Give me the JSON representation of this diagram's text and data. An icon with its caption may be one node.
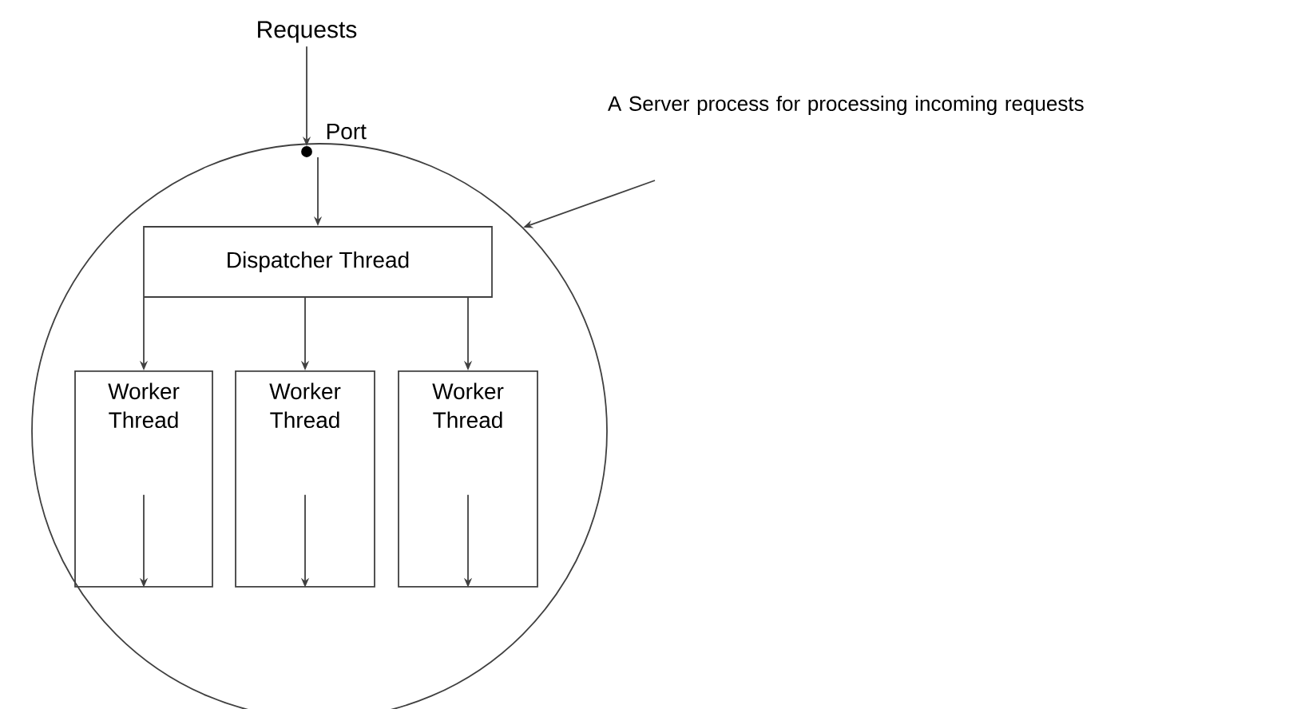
{
  "diagram": {
    "nodes": [
      {
        "text": [
          "Requests"
        ]
      },
      {
        "text": [],
        "shape": "circle",
        "beside": [
          "Port"
        ],
        "in": 3
      },
      {
        "text": [
          "A Server process for processing incoming requests"
        ]
      },
      {
        "text": [],
        "shape": "circle"
      },
      {
        "text": [
          "Dispatcher Thread"
        ],
        "in": 3
      },
      {
        "text": [
          "Worker Thread"
        ],
        "in": 3
      },
      {
        "text": [
          "Worker Thread"
        ],
        "in": 3
      },
      {
        "text": [
          "Worker Thread"
        ],
        "in": 3
      }
    ],
    "edges": [
      {
        "from": 0,
        "to": 1,
        "arrow": "to"
      },
      {
        "from": 1,
        "to": 4,
        "arrow": "to"
      },
      {
        "from": 2,
        "to": 3,
        "arrow": "to"
      },
      {
        "from": 4,
        "to": 5,
        "arrow": "to"
      },
      {
        "from": 4,
        "to": 6,
        "arrow": "to"
      },
      {
        "from": 4,
        "to": 7,
        "arrow": "to"
      }
    ]
  }
}
